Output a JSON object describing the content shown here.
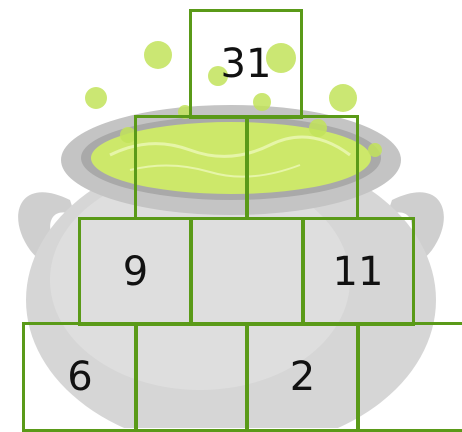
{
  "colors": {
    "brick_border": "#5a9a18",
    "cauldron_body": "#d4d4d4",
    "cauldron_rim": "#bdbdbd",
    "potion": "#c8e65a",
    "bubble": "#b8e04a",
    "text": "#111111"
  },
  "background_icon": "cauldron-with-bubbling-potion",
  "pyramid": {
    "rows": [
      [
        {
          "value": "31"
        }
      ],
      [
        {
          "value": ""
        },
        {
          "value": ""
        }
      ],
      [
        {
          "value": "9"
        },
        {
          "value": ""
        },
        {
          "value": "11"
        }
      ],
      [
        {
          "value": "6"
        },
        {
          "value": ""
        },
        {
          "value": "2"
        },
        {
          "value": ""
        }
      ]
    ]
  }
}
